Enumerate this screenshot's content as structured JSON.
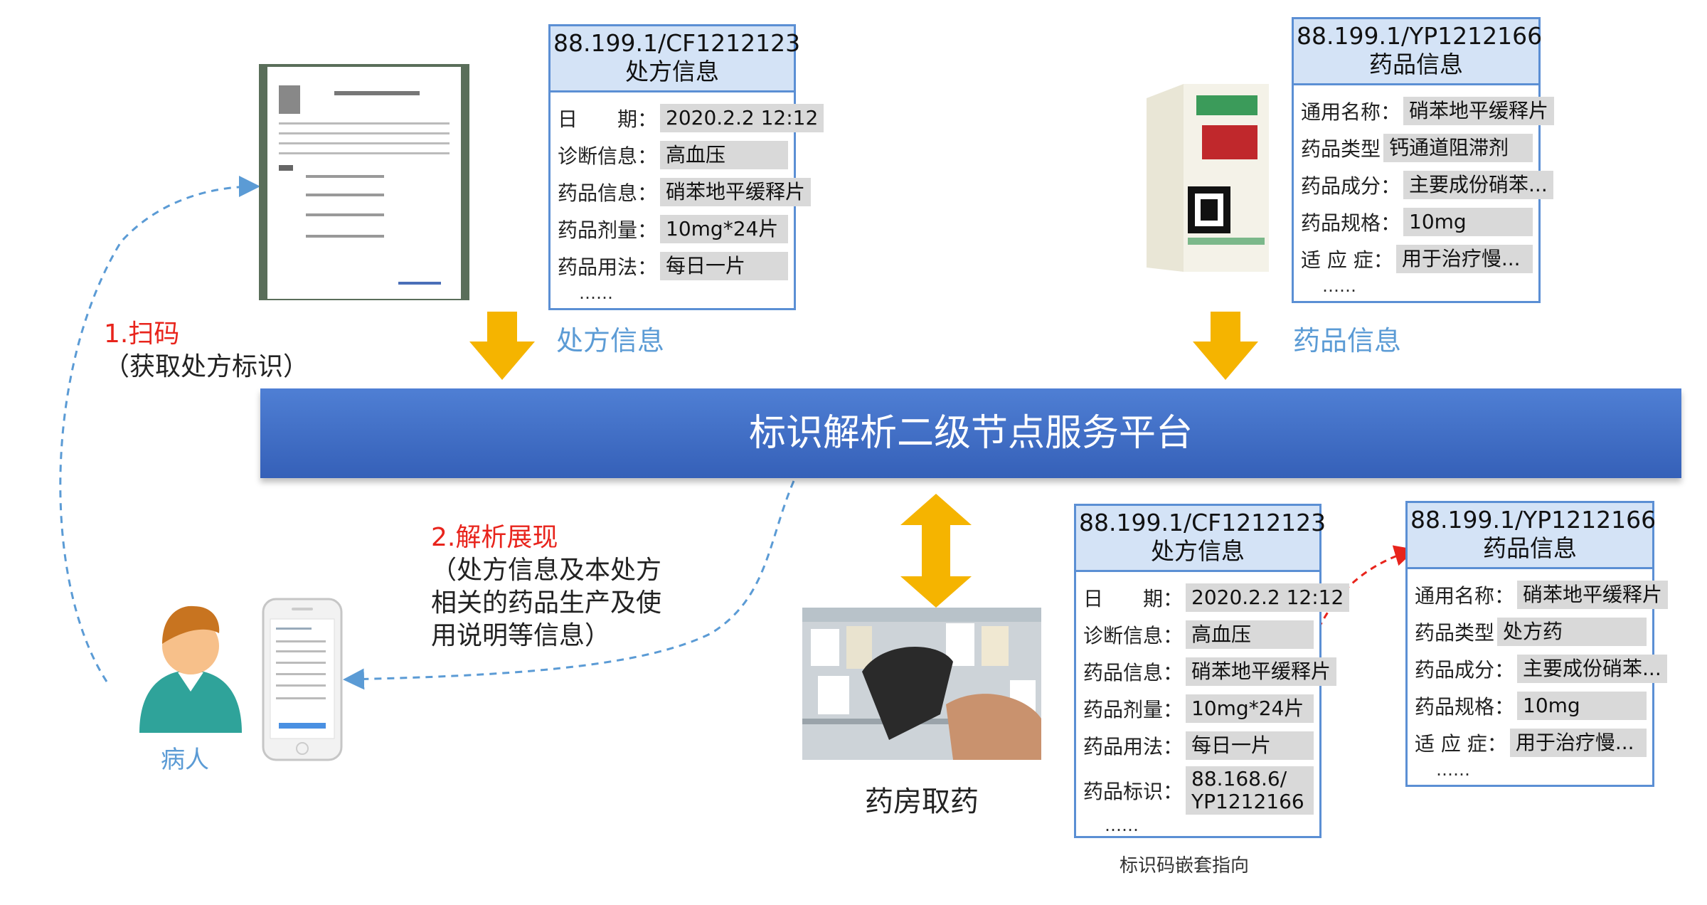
{
  "platform_label": "标识解析二级节点服务平台",
  "top_rx_card": {
    "id": "88.199.1/CF1212123",
    "title": "处方信息",
    "rows": [
      {
        "label": "日　　期：",
        "value": "2020.2.2 12:12"
      },
      {
        "label": "诊断信息：",
        "value": "高血压"
      },
      {
        "label": "药品信息：",
        "value": "硝苯地平缓释片"
      },
      {
        "label": "药品剂量：",
        "value": "10mg*24片"
      },
      {
        "label": "药品用法：",
        "value": "每日一片"
      }
    ],
    "more": "……"
  },
  "top_drug_card": {
    "id": "88.199.1/YP1212166",
    "title": "药品信息",
    "rows": [
      {
        "label": "通用名称：",
        "value": "硝苯地平缓释片"
      },
      {
        "label": "药品类型",
        "value": "钙通道阻滞剂"
      },
      {
        "label": "药品成分：",
        "value": "主要成份硝苯..."
      },
      {
        "label": "药品规格：",
        "value": "10mg"
      },
      {
        "label": "适 应 症：",
        "value": "用于治疗慢..."
      }
    ],
    "more": "……"
  },
  "bottom_rx_card": {
    "id": "88.199.1/CF1212123",
    "title": "处方信息",
    "rows": [
      {
        "label": "日　　期：",
        "value": "2020.2.2 12:12"
      },
      {
        "label": "诊断信息：",
        "value": "高血压"
      },
      {
        "label": "药品信息：",
        "value": "硝苯地平缓释片"
      },
      {
        "label": "药品剂量：",
        "value": "10mg*24片"
      },
      {
        "label": "药品用法：",
        "value": "每日一片"
      },
      {
        "label": "药品标识：",
        "value": "88.168.6/ YP1212166"
      }
    ],
    "more": "……",
    "caption": "标识码嵌套指向"
  },
  "bottom_drug_card": {
    "id": "88.199.1/YP1212166",
    "title": "药品信息",
    "rows": [
      {
        "label": "通用名称：",
        "value": "硝苯地平缓释片"
      },
      {
        "label": "药品类型",
        "value": "处方药"
      },
      {
        "label": "药品成分：",
        "value": "主要成份硝苯..."
      },
      {
        "label": "药品规格：",
        "value": "10mg"
      },
      {
        "label": "适 应 症：",
        "value": "用于治疗慢..."
      }
    ],
    "more": "……"
  },
  "labels": {
    "rx_info": "处方信息",
    "drug_info": "药品信息",
    "step1_title": "1.扫码",
    "step1_desc": "（获取处方标识）",
    "step2_title": "2.解析展现",
    "step2_desc": [
      "（处方信息及本处方",
      "相关的药品生产及使",
      "用说明等信息）"
    ],
    "patient": "病人",
    "pharmacy": "药房取药"
  },
  "colors": {
    "platform": "#3f6fc6",
    "card_border": "#5b8fd4",
    "card_header": "#d4e3f6",
    "arrow": "#f5b400",
    "dashed_blue": "#5b9bd5",
    "dashed_red": "#e8241c"
  }
}
